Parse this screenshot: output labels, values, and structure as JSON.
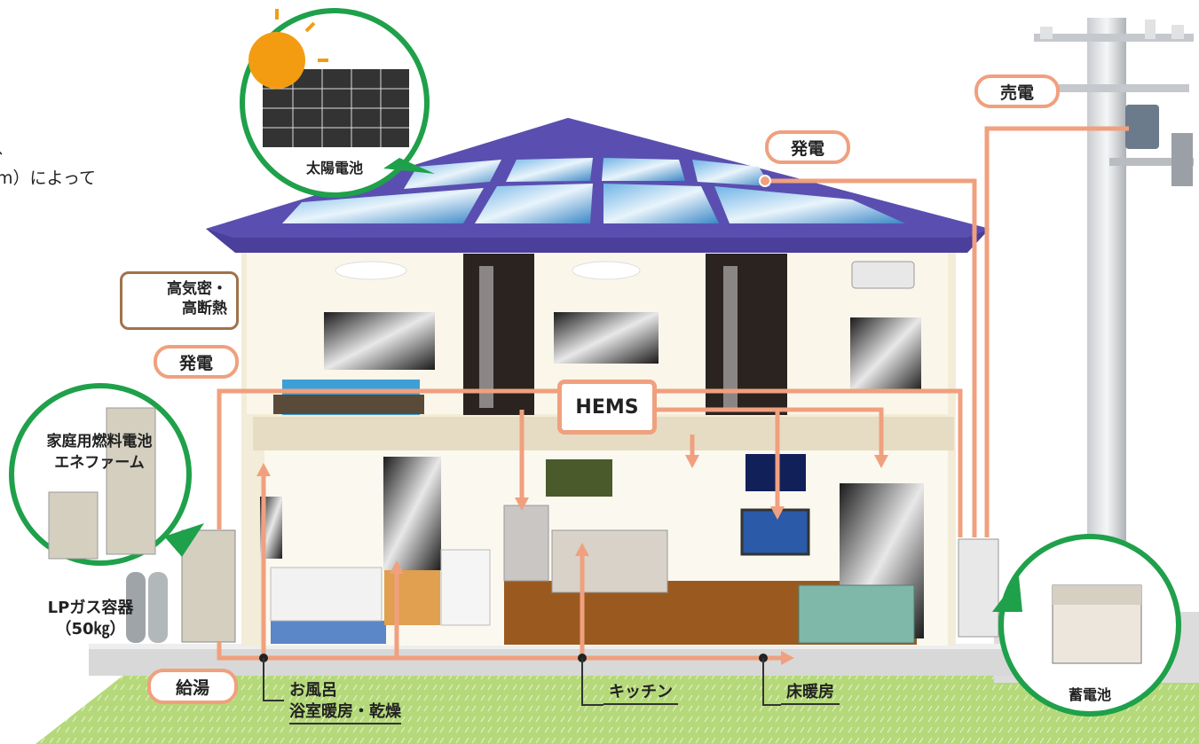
{
  "intro": {
    "line1": "、",
    "line2": "m）によって"
  },
  "labels": {
    "solar_cell": "太陽電池",
    "power_generation_roof": "発電",
    "power_sale": "売電",
    "insulation_line1": "高気密・",
    "insulation_line2": "高断熱",
    "power_generation_fuelcell": "発電",
    "fuel_cell_line1": "家庭用燃料電池",
    "fuel_cell_line2": "エネファーム",
    "lp_gas_line1": "LPガス容器",
    "lp_gas_line2": "（50㎏）",
    "hems": "HEMS",
    "hot_water": "給湯",
    "bath_line1": "お風呂",
    "bath_line2": "浴室暖房・乾燥",
    "kitchen": "キッチン",
    "floor_heating": "床暖房",
    "storage_battery": "蓄電池"
  },
  "colors": {
    "flow_arrow": "#f0a07e",
    "bubble_border": "#1fa04a",
    "roof": "#4a3f9a",
    "lawn": "#a8d26a"
  }
}
